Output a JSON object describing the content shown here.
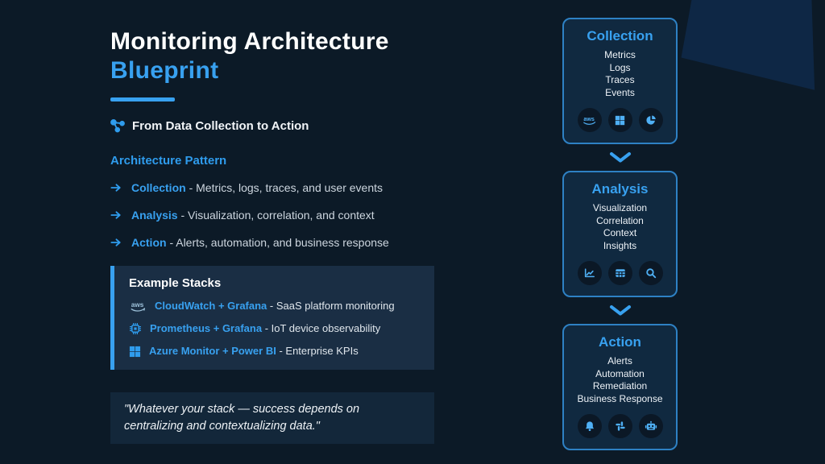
{
  "colors": {
    "background": "#0c1a27",
    "accent_blue": "#38a1f0",
    "card_border": "#2e81c4",
    "card_background": "#102940",
    "panel_background": "#1a2e44",
    "quote_background": "#13273a"
  },
  "header": {
    "title_line1": "Monitoring Architecture",
    "title_line2": "Blueprint",
    "subtitle": "From Data Collection to Action",
    "subtitle_icon": "network-icon"
  },
  "pattern": {
    "heading": "Architecture Pattern",
    "items": [
      {
        "icon": "arrow-right-icon",
        "term": "Collection",
        "description": "- Metrics, logs, traces, and user events"
      },
      {
        "icon": "arrow-right-icon",
        "term": "Analysis",
        "description": "- Visualization, correlation, and context"
      },
      {
        "icon": "arrow-right-icon",
        "term": "Action",
        "description": "- Alerts, automation, and business response"
      }
    ]
  },
  "example_stacks": {
    "heading": "Example Stacks",
    "rows": [
      {
        "icon": "aws-icon",
        "stack": "CloudWatch + Grafana",
        "description": "- SaaS platform monitoring"
      },
      {
        "icon": "microchip-icon",
        "stack": "Prometheus + Grafana",
        "description": "- IoT device observability"
      },
      {
        "icon": "microsoft-icon",
        "stack": "Azure Monitor + Power BI",
        "description": "- Enterprise KPIs"
      }
    ]
  },
  "quote": {
    "text": "\"Whatever your stack — success depends on centralizing and contextualizing data.\""
  },
  "flow_cards": [
    {
      "title": "Collection",
      "items": [
        "Metrics",
        "Logs",
        "Traces",
        "Events"
      ],
      "icons": [
        "aws-icon",
        "microsoft-icon",
        "pie-chart-icon"
      ]
    },
    {
      "title": "Analysis",
      "items": [
        "Visualization",
        "Correlation",
        "Context",
        "Insights"
      ],
      "icons": [
        "line-chart-icon",
        "table-icon",
        "search-icon"
      ]
    },
    {
      "title": "Action",
      "items": [
        "Alerts",
        "Automation",
        "Remediation",
        "Business Response"
      ],
      "icons": [
        "bell-icon",
        "slack-icon",
        "robot-icon"
      ]
    }
  ],
  "flow_connector_icon": "chevron-down-icon"
}
